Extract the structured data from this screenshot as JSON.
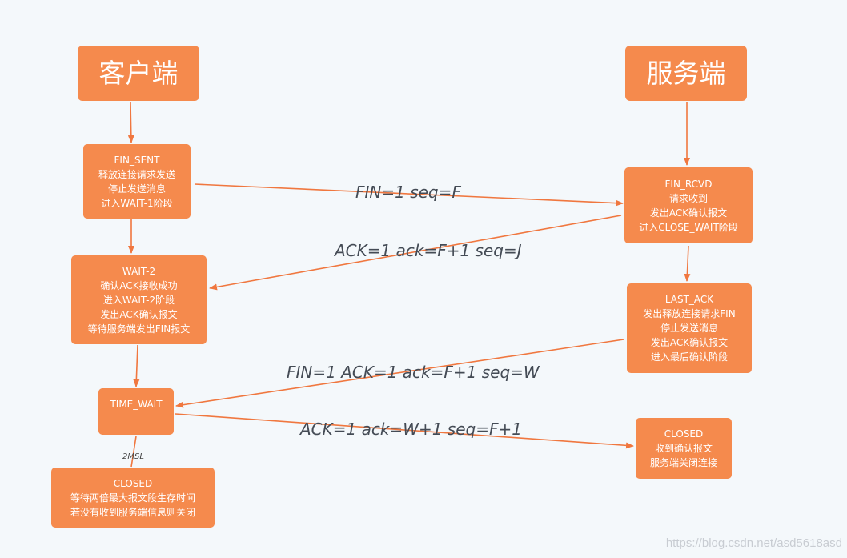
{
  "client": {
    "title": "客户端",
    "fin_sent": [
      "FIN_SENT",
      "释放连接请求发送",
      "停止发送消息",
      "进入WAIT-1阶段"
    ],
    "wait2": [
      "WAIT-2",
      "确认ACK接收成功",
      "进入WAIT-2阶段",
      "发出ACK确认报文",
      "等待服务端发出FIN报文"
    ],
    "time_wait": [
      "TIME_WAIT"
    ],
    "closed": [
      "CLOSED",
      "等待两倍最大报文段生存时间",
      "若没有收到服务端信息则关闭"
    ],
    "delay_label": "2MSL"
  },
  "server": {
    "title": "服务端",
    "fin_rcvd": [
      "FIN_RCVD",
      "请求收到",
      "发出ACK确认报文",
      "进入CLOSE_WAIT阶段"
    ],
    "last_ack": [
      "LAST_ACK",
      "发出释放连接请求FIN",
      "停止发送消息",
      "发出ACK确认报文",
      "进入最后确认阶段"
    ],
    "closed": [
      "CLOSED",
      "收到确认报文",
      "服务端关闭连接"
    ]
  },
  "messages": {
    "fin": "FIN=1 seq=F",
    "ack1": "ACK=1 ack=F+1 seq=J",
    "fin_ack": "FIN=1 ACK=1 ack=F+1 seq=W",
    "ack2": "ACK=1 ack=W+1 seq=F+1"
  },
  "watermark": "https://blog.csdn.net/asd5618asd",
  "colors": {
    "node": "#f58a4d",
    "arrow": "#f0773f",
    "background": "#f4f8fb"
  }
}
